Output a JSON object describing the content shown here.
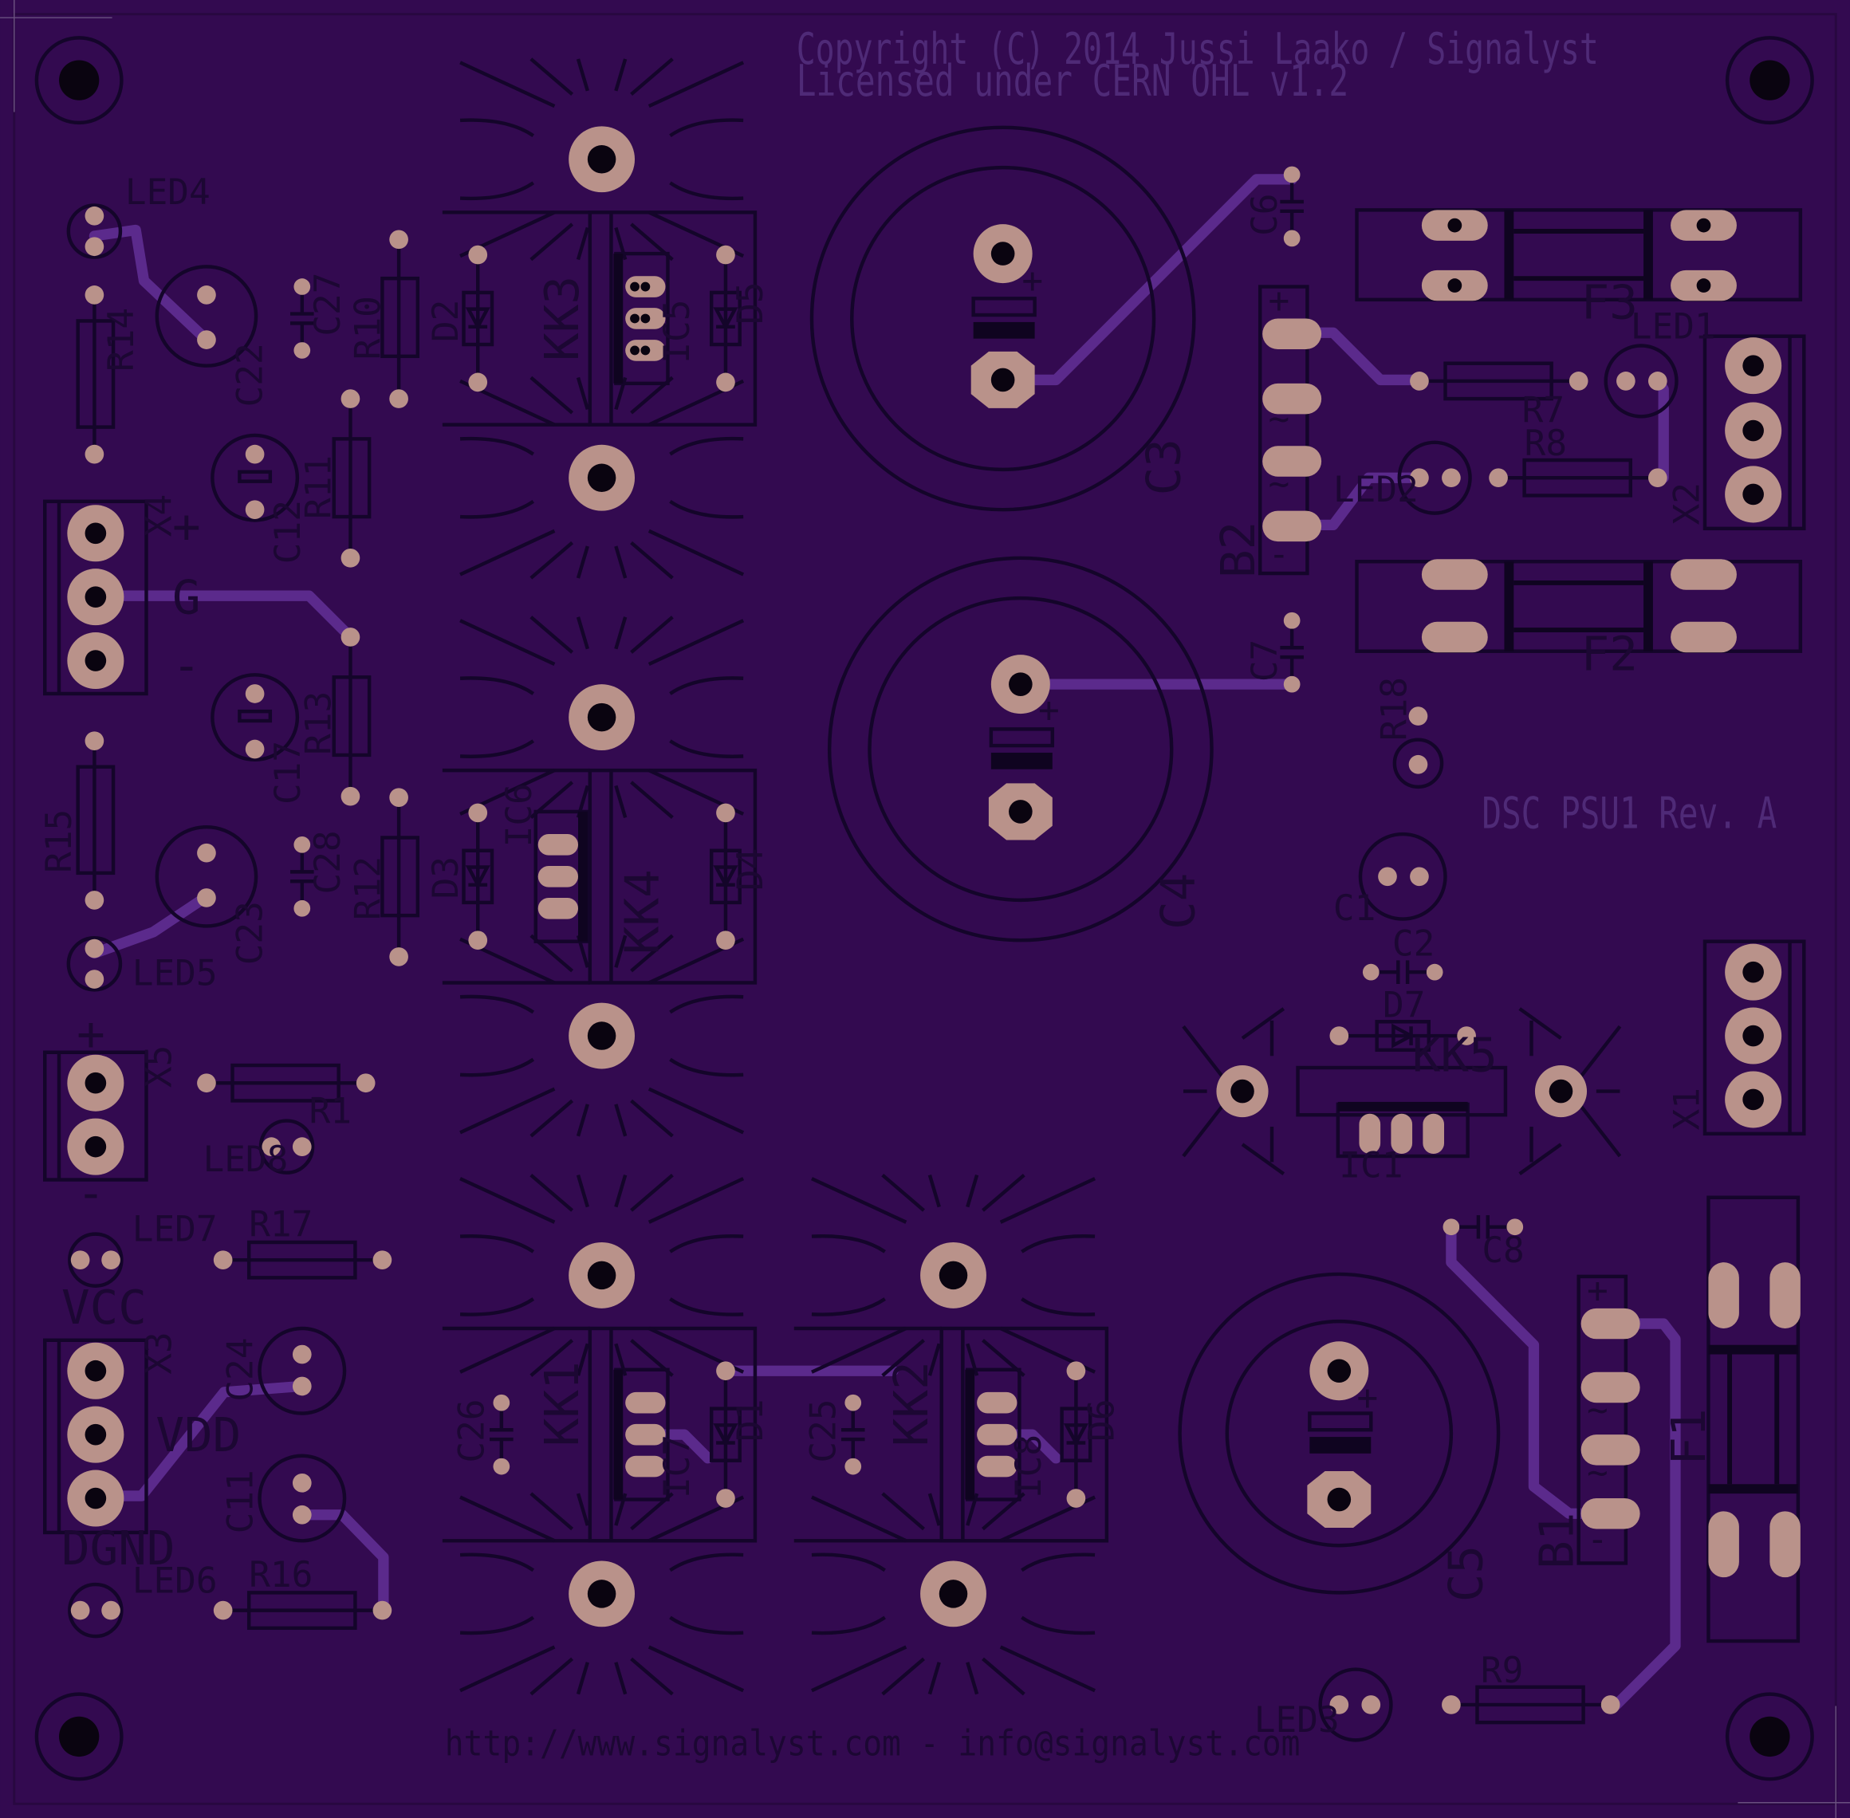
{
  "board": {
    "background": "#330a50",
    "silkscreen_color": "#14052a",
    "pad_color": "#b9928a",
    "trace_color": "#5b2a8c",
    "copy_text_color": "#4f2a77"
  },
  "texts": {
    "copyright_line1": "Copyright (C) 2014 Jussi Laako / Signalyst",
    "copyright_line2": "Licensed under CERN OHL v1.2",
    "board_name": "DSC PSU1 Rev. A",
    "url": "http://www.signalyst.com  -  info@signalyst.com",
    "plus": "+",
    "minus": "-",
    "ground": "G",
    "vcc": "VCC",
    "vdd": "VDD",
    "dgnd": "DGND",
    "ac": "~"
  },
  "refs": {
    "heatsinks": [
      "KK1",
      "KK2",
      "KK3",
      "KK4",
      "KK5"
    ],
    "regulators": [
      "IC1",
      "IC5",
      "IC6",
      "IC7",
      "IC8"
    ],
    "big_caps": [
      "C3",
      "C4",
      "C5"
    ],
    "bridges": [
      "B1",
      "B2"
    ],
    "fuses": [
      "F1",
      "F2",
      "F3"
    ],
    "terminals": [
      "X1",
      "X2",
      "X3",
      "X4",
      "X5"
    ],
    "leds": [
      "LED1",
      "LED2",
      "LED3",
      "LED4",
      "LED5",
      "LED6",
      "LED7",
      "LED8"
    ],
    "resistors": [
      "R1",
      "R7",
      "R8",
      "R9",
      "R10",
      "R11",
      "R12",
      "R13",
      "R14",
      "R15",
      "R16",
      "R17",
      "R18"
    ],
    "diodes": [
      "D1",
      "D2",
      "D3",
      "D4",
      "D5",
      "D6",
      "D7"
    ],
    "small_caps": [
      "C1",
      "C2",
      "C6",
      "C7",
      "C8",
      "C11",
      "C12",
      "C17",
      "C22",
      "C23",
      "C24",
      "C25",
      "C26",
      "C27",
      "C28"
    ]
  }
}
